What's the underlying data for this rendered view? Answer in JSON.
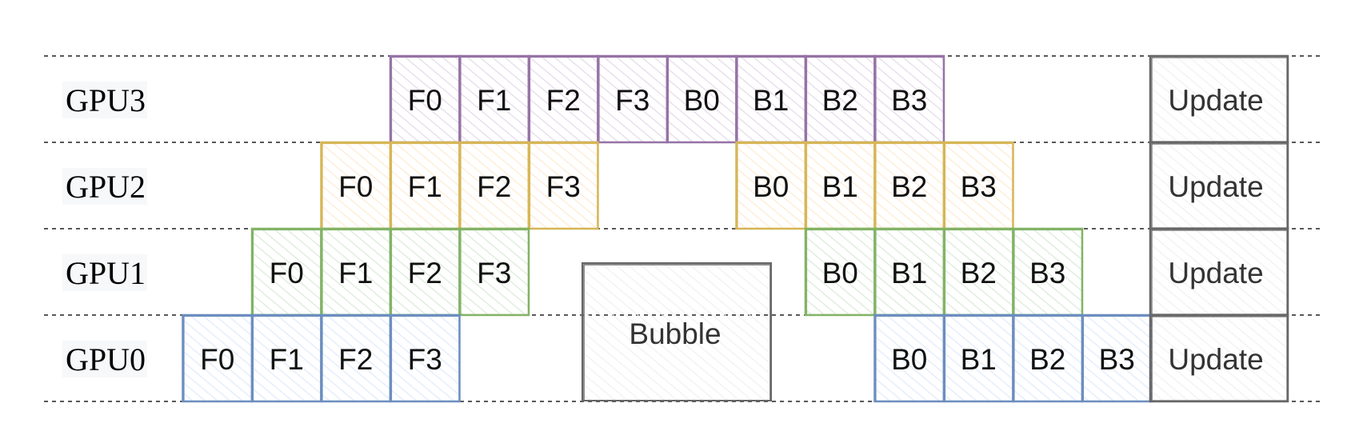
{
  "colors": {
    "GPU0": {
      "stroke": "#6c8ebf",
      "fill": "#dae8fc"
    },
    "GPU1": {
      "stroke": "#82b366",
      "fill": "#d5e8d4"
    },
    "GPU2": {
      "stroke": "#d6b656",
      "fill": "#ffe6cc"
    },
    "GPU3": {
      "stroke": "#9673a6",
      "fill": "#e1d5e7"
    },
    "neutral": {
      "stroke": "#666666",
      "fill": "#eeeeee"
    }
  },
  "rows": [
    {
      "label": "GPU3",
      "cells": [
        {
          "text": "F0",
          "slot": 5
        },
        {
          "text": "F1",
          "slot": 6
        },
        {
          "text": "F2",
          "slot": 7
        },
        {
          "text": "F3",
          "slot": 8
        },
        {
          "text": "B0",
          "slot": 9
        },
        {
          "text": "B1",
          "slot": 10
        },
        {
          "text": "B2",
          "slot": 11
        },
        {
          "text": "B3",
          "slot": 12
        }
      ],
      "update": "Update"
    },
    {
      "label": "GPU2",
      "cells": [
        {
          "text": "F0",
          "slot": 4
        },
        {
          "text": "F1",
          "slot": 5
        },
        {
          "text": "F2",
          "slot": 6
        },
        {
          "text": "F3",
          "slot": 7
        },
        {
          "text": "B0",
          "slot": 10
        },
        {
          "text": "B1",
          "slot": 11
        },
        {
          "text": "B2",
          "slot": 12
        },
        {
          "text": "B3",
          "slot": 13
        }
      ],
      "update": "Update"
    },
    {
      "label": "GPU1",
      "cells": [
        {
          "text": "F0",
          "slot": 3
        },
        {
          "text": "F1",
          "slot": 4
        },
        {
          "text": "F2",
          "slot": 5
        },
        {
          "text": "F3",
          "slot": 6
        },
        {
          "text": "B0",
          "slot": 11
        },
        {
          "text": "B1",
          "slot": 12
        },
        {
          "text": "B2",
          "slot": 13
        },
        {
          "text": "B3",
          "slot": 14
        }
      ],
      "update": "Update"
    },
    {
      "label": "GPU0",
      "cells": [
        {
          "text": "F0",
          "slot": 2
        },
        {
          "text": "F1",
          "slot": 3
        },
        {
          "text": "F2",
          "slot": 4
        },
        {
          "text": "F3",
          "slot": 5
        },
        {
          "text": "B0",
          "slot": 12
        },
        {
          "text": "B1",
          "slot": 13
        },
        {
          "text": "B2",
          "slot": 14
        },
        {
          "text": "B3",
          "slot": 15
        }
      ],
      "update": "Update"
    }
  ],
  "bubble": {
    "label": "Bubble"
  }
}
